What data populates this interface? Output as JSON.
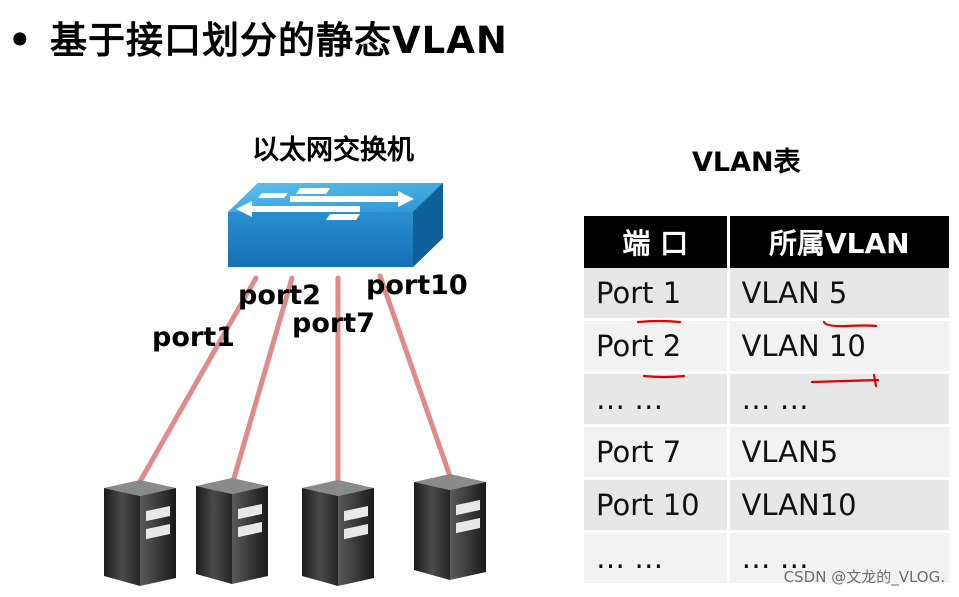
{
  "heading": {
    "bullet": "•",
    "text": "基于接口划分的静态VLAN"
  },
  "switch": {
    "title": "以太网交换机"
  },
  "ports": {
    "port1": "port1",
    "port2": "port2",
    "port7": "port7",
    "port10": "port10"
  },
  "vlan_table": {
    "title": "VLAN表",
    "headers": [
      "端 口",
      "所属VLAN"
    ],
    "rows": [
      [
        "Port 1",
        "VLAN 5"
      ],
      [
        "Port 2",
        "VLAN 10"
      ],
      [
        "… …",
        "… …"
      ],
      [
        "Port 7",
        "VLAN5"
      ],
      [
        "Port 10",
        "VLAN10"
      ],
      [
        "… …",
        "… …"
      ]
    ]
  },
  "watermark": "CSDN @文龙的_VLOG.",
  "colors": {
    "switch_top": "#3aa6db",
    "switch_front": "#1d7fc4",
    "cable": "#e07a7a",
    "annotation": "#e00000",
    "table_header_bg": "#000000",
    "table_cell_bg": "#e7e7e7"
  }
}
